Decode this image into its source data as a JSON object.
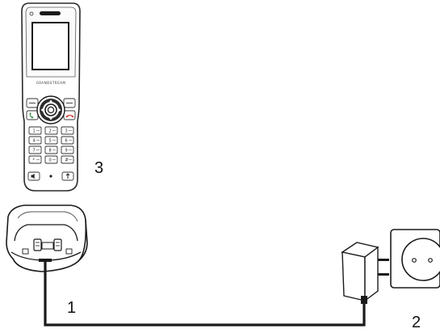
{
  "handset": {
    "brand": "GRANDSTREAM",
    "keypad": [
      "1",
      "2",
      "3",
      "4",
      "5",
      "6",
      "7",
      "8",
      "9",
      "*",
      "0",
      "#"
    ]
  },
  "callouts": {
    "one": "1",
    "two": "2",
    "three": "3"
  },
  "colors": {
    "line": "#1a1a1a",
    "end_call": "#d83a2e",
    "call": "#2f8f3e"
  }
}
